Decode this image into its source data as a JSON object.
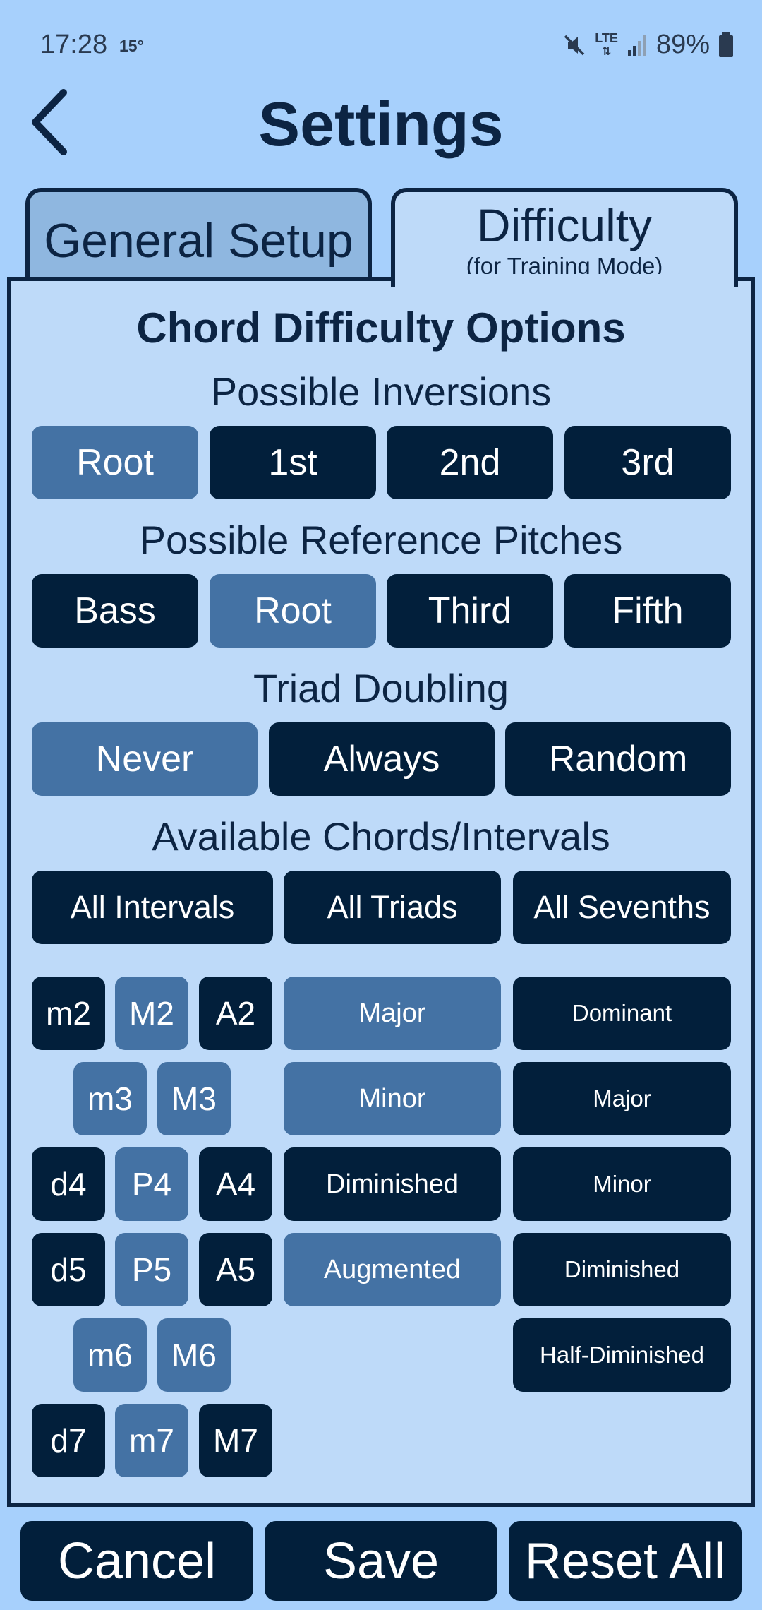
{
  "status_bar": {
    "time": "17:28",
    "temperature": "15°",
    "network": "LTE",
    "battery": "89%"
  },
  "header": {
    "title": "Settings"
  },
  "tabs": {
    "general": "General Setup",
    "difficulty": "Difficulty",
    "difficulty_sub": "(for Training Mode)"
  },
  "panel": {
    "title": "Chord Difficulty Options",
    "inversions": {
      "heading": "Possible Inversions",
      "options": [
        {
          "label": "Root",
          "selected": true
        },
        {
          "label": "1st",
          "selected": false
        },
        {
          "label": "2nd",
          "selected": false
        },
        {
          "label": "3rd",
          "selected": false
        }
      ]
    },
    "reference_pitches": {
      "heading": "Possible Reference Pitches",
      "options": [
        {
          "label": "Bass",
          "selected": false
        },
        {
          "label": "Root",
          "selected": true
        },
        {
          "label": "Third",
          "selected": false
        },
        {
          "label": "Fifth",
          "selected": false
        }
      ]
    },
    "triad_doubling": {
      "heading": "Triad Doubling",
      "options": [
        {
          "label": "Never",
          "selected": true
        },
        {
          "label": "Always",
          "selected": false
        },
        {
          "label": "Random",
          "selected": false
        }
      ]
    },
    "available": {
      "heading": "Available Chords/Intervals",
      "group_buttons": [
        "All Intervals",
        "All Triads",
        "All Sevenths"
      ]
    },
    "intervals": [
      {
        "label": "m2",
        "selected": false
      },
      {
        "label": "M2",
        "selected": true
      },
      {
        "label": "A2",
        "selected": false
      },
      {
        "label": "m3",
        "selected": true
      },
      {
        "label": "M3",
        "selected": true
      },
      {
        "label": "d4",
        "selected": false
      },
      {
        "label": "P4",
        "selected": true
      },
      {
        "label": "A4",
        "selected": false
      },
      {
        "label": "d5",
        "selected": false
      },
      {
        "label": "P5",
        "selected": true
      },
      {
        "label": "A5",
        "selected": false
      },
      {
        "label": "m6",
        "selected": true
      },
      {
        "label": "M6",
        "selected": true
      },
      {
        "label": "d7",
        "selected": false
      },
      {
        "label": "m7",
        "selected": true
      },
      {
        "label": "M7",
        "selected": false
      }
    ],
    "triads": [
      {
        "label": "Major",
        "selected": true
      },
      {
        "label": "Minor",
        "selected": true
      },
      {
        "label": "Diminished",
        "selected": false
      },
      {
        "label": "Augmented",
        "selected": true
      }
    ],
    "sevenths": [
      {
        "label": "Dominant",
        "selected": false
      },
      {
        "label": "Major",
        "selected": false
      },
      {
        "label": "Minor",
        "selected": false
      },
      {
        "label": "Diminished",
        "selected": false
      },
      {
        "label": "Half-Diminished",
        "selected": false
      }
    ]
  },
  "footer": {
    "cancel": "Cancel",
    "save": "Save",
    "reset": "Reset All"
  },
  "colors": {
    "background": "#a7d0fc",
    "panel": "#bedaf9",
    "selected": "#4472a4",
    "unselected": "#021f3b",
    "text_dark": "#0c2443"
  }
}
